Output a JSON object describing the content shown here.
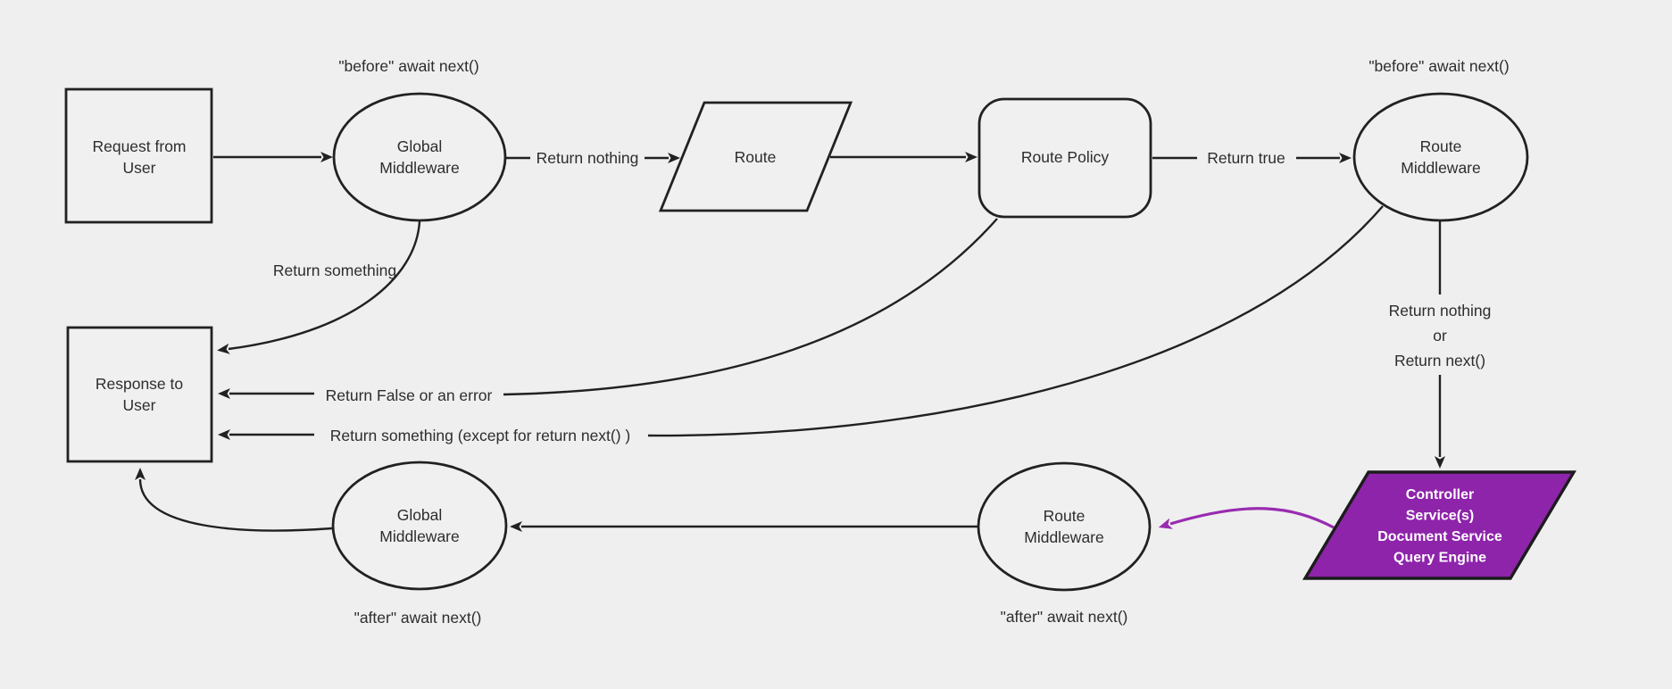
{
  "colors": {
    "background": "#efefef",
    "line": "#212121",
    "text": "#2d2d2d",
    "purple_fill": "#8e24aa",
    "purple_line": "#982bb0",
    "controller_text": "#ffffff"
  },
  "nodes": {
    "request": {
      "lines": [
        "Request from",
        "User"
      ]
    },
    "global_mw_top": {
      "lines": [
        "Global",
        "Middleware"
      ]
    },
    "route": {
      "lines": [
        "Route"
      ]
    },
    "route_policy": {
      "lines": [
        "Route Policy"
      ]
    },
    "route_mw_top": {
      "lines": [
        "Route",
        "Middleware"
      ]
    },
    "response": {
      "lines": [
        "Response to",
        "User"
      ]
    },
    "controller": {
      "lines": [
        "Controller",
        "Service(s)",
        "Document Service",
        "Query Engine"
      ]
    },
    "route_mw_bottom": {
      "lines": [
        "Route",
        "Middleware"
      ]
    },
    "global_mw_bottom": {
      "lines": [
        "Global",
        "Middleware"
      ]
    }
  },
  "edge_labels": {
    "return_nothing": "Return nothing",
    "return_true": "Return true",
    "return_something": "Return something",
    "return_false_or_error": "Return False or an error",
    "return_something_except": "Return something (except for return next() )",
    "return_nothing_or_next": [
      "Return nothing",
      "or",
      "Return next()"
    ]
  },
  "annotations": {
    "before_global_middleware": "\"before\" await next()",
    "before_route_middleware": "\"before\" await next()",
    "after_global_middleware": "\"after\" await next()",
    "after_route_middleware": "\"after\" await next()"
  }
}
